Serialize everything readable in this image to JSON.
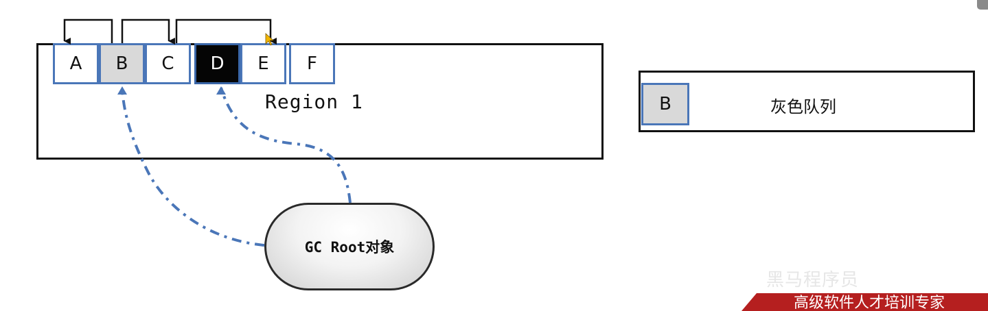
{
  "region": {
    "label": "Region 1",
    "cells": [
      {
        "label": "A",
        "state": "white"
      },
      {
        "label": "B",
        "state": "gray"
      },
      {
        "label": "C",
        "state": "white"
      },
      {
        "label": "D",
        "state": "black"
      },
      {
        "label": "E",
        "state": "white"
      },
      {
        "label": "F",
        "state": "white"
      }
    ]
  },
  "gray_queue": {
    "title": "灰色队列",
    "items": [
      "B"
    ]
  },
  "gc_root": {
    "label": "GC Root对象"
  },
  "watermark": {
    "brand_line": "黑马程序员",
    "slogan": "高级软件人才培训专家"
  },
  "colors": {
    "cell_border": "#4a76b8",
    "gray_fill": "#d9d9d9",
    "black_fill": "#050505",
    "dash_line": "#4a76b8",
    "watermark_red": "#b51f1f"
  }
}
